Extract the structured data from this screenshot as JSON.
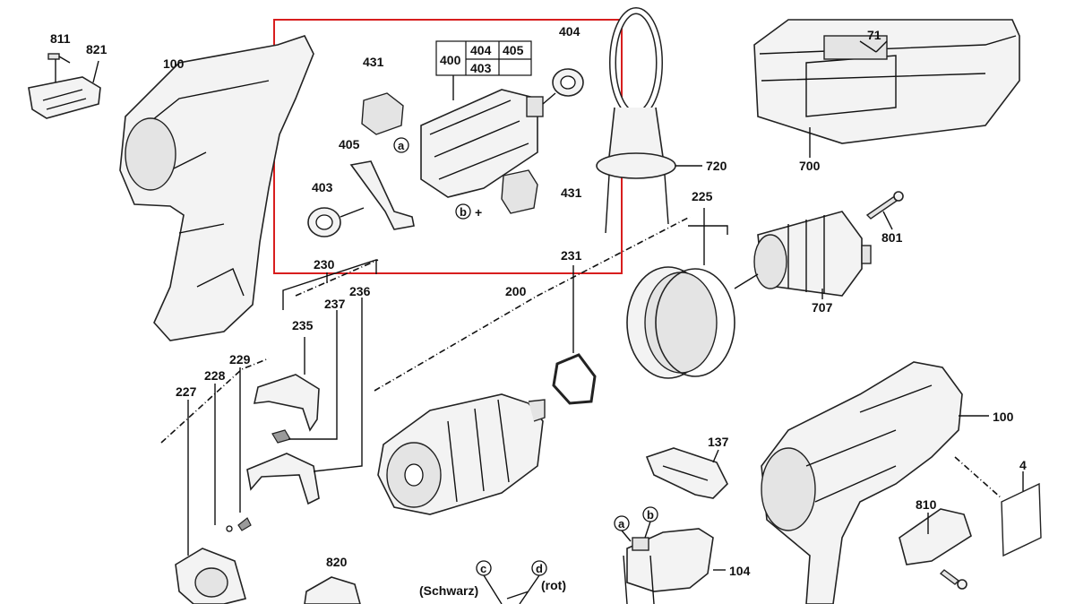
{
  "labels": {
    "l811": "811",
    "l821": "821",
    "l100a": "100",
    "l431a": "431",
    "l400": "400",
    "l404box": "404",
    "l405box": "405",
    "l403box": "403",
    "l404": "404",
    "l405": "405",
    "l403": "403",
    "l431b": "431",
    "la": "a",
    "lb": "b",
    "lplus": "+",
    "l720": "720",
    "l71": "71",
    "l700": "700",
    "l225": "225",
    "l801": "801",
    "l707": "707",
    "l230": "230",
    "l237": "237",
    "l236": "236",
    "l200": "200",
    "l231": "231",
    "l235": "235",
    "l229": "229",
    "l228": "228",
    "l227": "227",
    "l137": "137",
    "l100b": "100",
    "l4": "4",
    "l810": "810",
    "l104": "104",
    "l820": "820",
    "la2": "a",
    "lb2": "b",
    "lc": "c",
    "ld": "d",
    "schwarz": "(Schwarz)",
    "rot": "(rot)"
  },
  "colors": {
    "highlight": "#d81e1e",
    "ink": "#111111"
  }
}
